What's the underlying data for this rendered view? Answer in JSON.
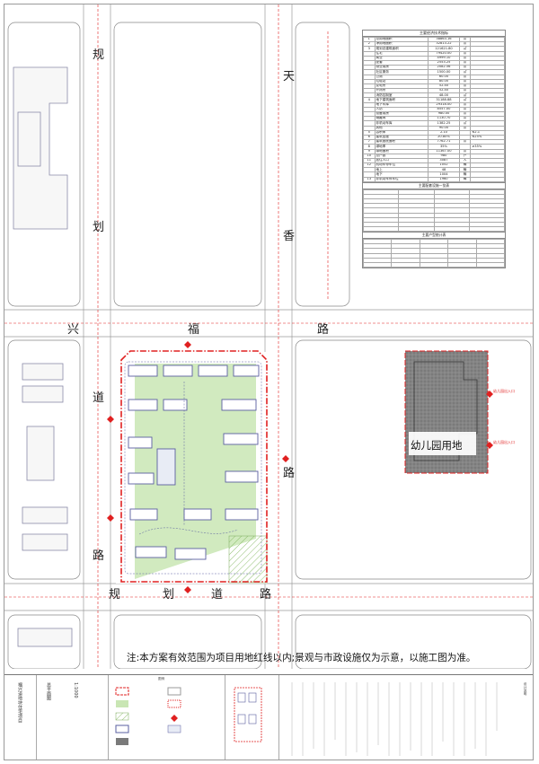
{
  "roads": {
    "gui": "规",
    "hua": "划",
    "tian": "天",
    "xiang": "香",
    "xing": "兴",
    "fu": "福",
    "lu": "路",
    "dao": "道"
  },
  "kindergarten_label": "幼儿园用地",
  "entrance_label": "幼儿园出入口",
  "note": "注:本方案有效范围为项目用地红线以内;景观与市政设施仅为示意，以施工图为准。",
  "table": {
    "title": "主要经济技术指标",
    "rows": [
      [
        "1",
        "总用地面积",
        "38863.16",
        "㎡",
        ""
      ],
      [
        "2",
        "净用地面积",
        "32813.22",
        "㎡",
        ""
      ],
      [
        "3",
        "规划总建筑面积",
        "121621.80",
        "㎡",
        ""
      ],
      [
        "",
        "住宅",
        "79420.00",
        "㎡",
        ""
      ],
      [
        "",
        "商业",
        "4999.10",
        "㎡",
        ""
      ],
      [
        "",
        "配套",
        "2553.25",
        "㎡",
        ""
      ],
      [
        "",
        "物业用房",
        "2082.56",
        "㎡",
        ""
      ],
      [
        "",
        "社区服务",
        "1500.00",
        "㎡",
        ""
      ],
      [
        "",
        "公厕",
        "60.00",
        "㎡",
        ""
      ],
      [
        "",
        "垃圾站",
        "80.00",
        "㎡",
        ""
      ],
      [
        "",
        "变电所",
        "52.40",
        "㎡",
        ""
      ],
      [
        "",
        "开闭所",
        "52.40",
        "㎡",
        ""
      ],
      [
        "",
        "消防控制室",
        "48.00",
        "㎡",
        ""
      ],
      [
        "4",
        "地下建筑面积",
        "31188.88",
        "㎡",
        ""
      ],
      [
        "",
        "地下车库",
        "29318.00",
        "㎡",
        ""
      ],
      [
        "",
        "人防",
        "8557.00",
        "㎡",
        ""
      ],
      [
        "",
        "设备用房",
        "980.00",
        "㎡",
        ""
      ],
      [
        "",
        "储藏间",
        "1130.70",
        "㎡",
        ""
      ],
      [
        "",
        "非机动车库",
        "1382.25",
        "㎡",
        ""
      ],
      [
        "",
        "其他",
        "90.00",
        "㎡",
        ""
      ],
      [
        "5",
        "容积率",
        "2.10",
        "",
        "≤2.1"
      ],
      [
        "6",
        "建筑密度",
        "20.80%",
        "",
        "≤25%"
      ],
      [
        "7",
        "建筑基底面积",
        "7762.71",
        "㎡",
        ""
      ],
      [
        "8",
        "绿地率",
        "35%",
        "",
        "≥35%"
      ],
      [
        "9",
        "绿地面积",
        "11367.00",
        "㎡",
        ""
      ],
      [
        "10",
        "总户数",
        "980",
        "户",
        ""
      ],
      [
        "11",
        "居住人口",
        "3087",
        "人",
        ""
      ],
      [
        "12",
        "机动车停车位",
        "1052",
        "辆",
        ""
      ],
      [
        "",
        "地上",
        "48",
        "辆",
        ""
      ],
      [
        "",
        "地下",
        "1004",
        "辆",
        ""
      ],
      [
        "13",
        "非机动车停车位",
        "1960",
        "辆",
        ""
      ]
    ],
    "sub_title_1": "主要配套设施一览表",
    "sub_title_2": "主要户型统计表"
  },
  "title_block": {
    "project": "福兴道地块住宅项目",
    "drawing": "总平面图",
    "scale": "1:1000",
    "legend": "图例",
    "design_notes": "设计说明"
  },
  "colors": {
    "red_line": "#e02020",
    "green": "#c9e6b4",
    "hatch": "#b8d9a0",
    "building": "#5a5fa0",
    "road": "#f3f3f3",
    "kinder": "#777777"
  }
}
